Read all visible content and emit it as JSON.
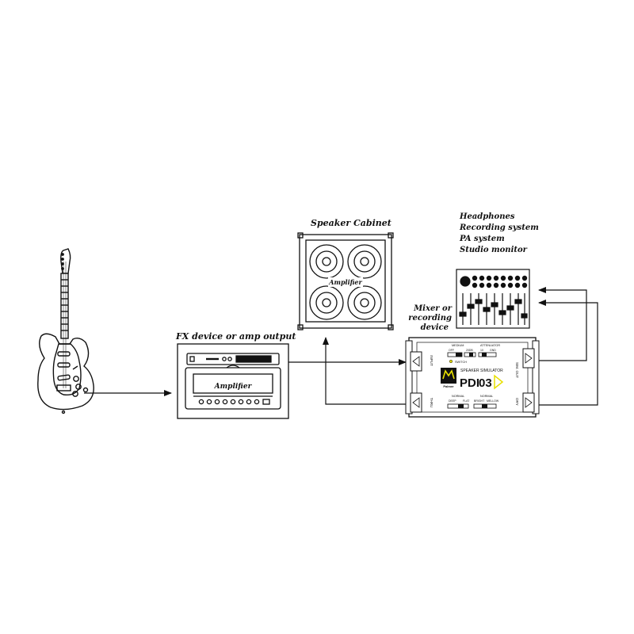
{
  "labels": {
    "fx": "FX device or amp output",
    "cabinet": "Speaker Cabinet",
    "mixer_line1": "Mixer or",
    "mixer_line2": "recording",
    "mixer_line3": "device",
    "outputs": [
      "Headphones",
      "Recording system",
      "PA system",
      "Studio monitor"
    ]
  },
  "amp": {
    "logo": "Amplifier"
  },
  "cabinet": {
    "logo": "Amplifier"
  },
  "pdi": {
    "brand": "Palmer",
    "model_prefix": "PDI",
    "model_number": "03",
    "subtitle": "SPEAKER SIMULATOR",
    "voicing_top": "MEDIUM",
    "attenuator": "ATTENUATOR",
    "switch_label": "SWITCH",
    "input_label": "INPUT",
    "dry_label": "DRY",
    "sim_out": "SIM. OUT",
    "thru": "THRU",
    "normal_a": "NORMAL",
    "normal_b": "NORMAL",
    "voicing_bottom": [
      "DEEP",
      "FLAT",
      "BRIGHT",
      "MELLOW"
    ],
    "atten_values": [
      "OFF",
      "20DB",
      "10",
      "GND"
    ]
  },
  "colors": {
    "line": "#111111",
    "accent": "#e8e000"
  }
}
